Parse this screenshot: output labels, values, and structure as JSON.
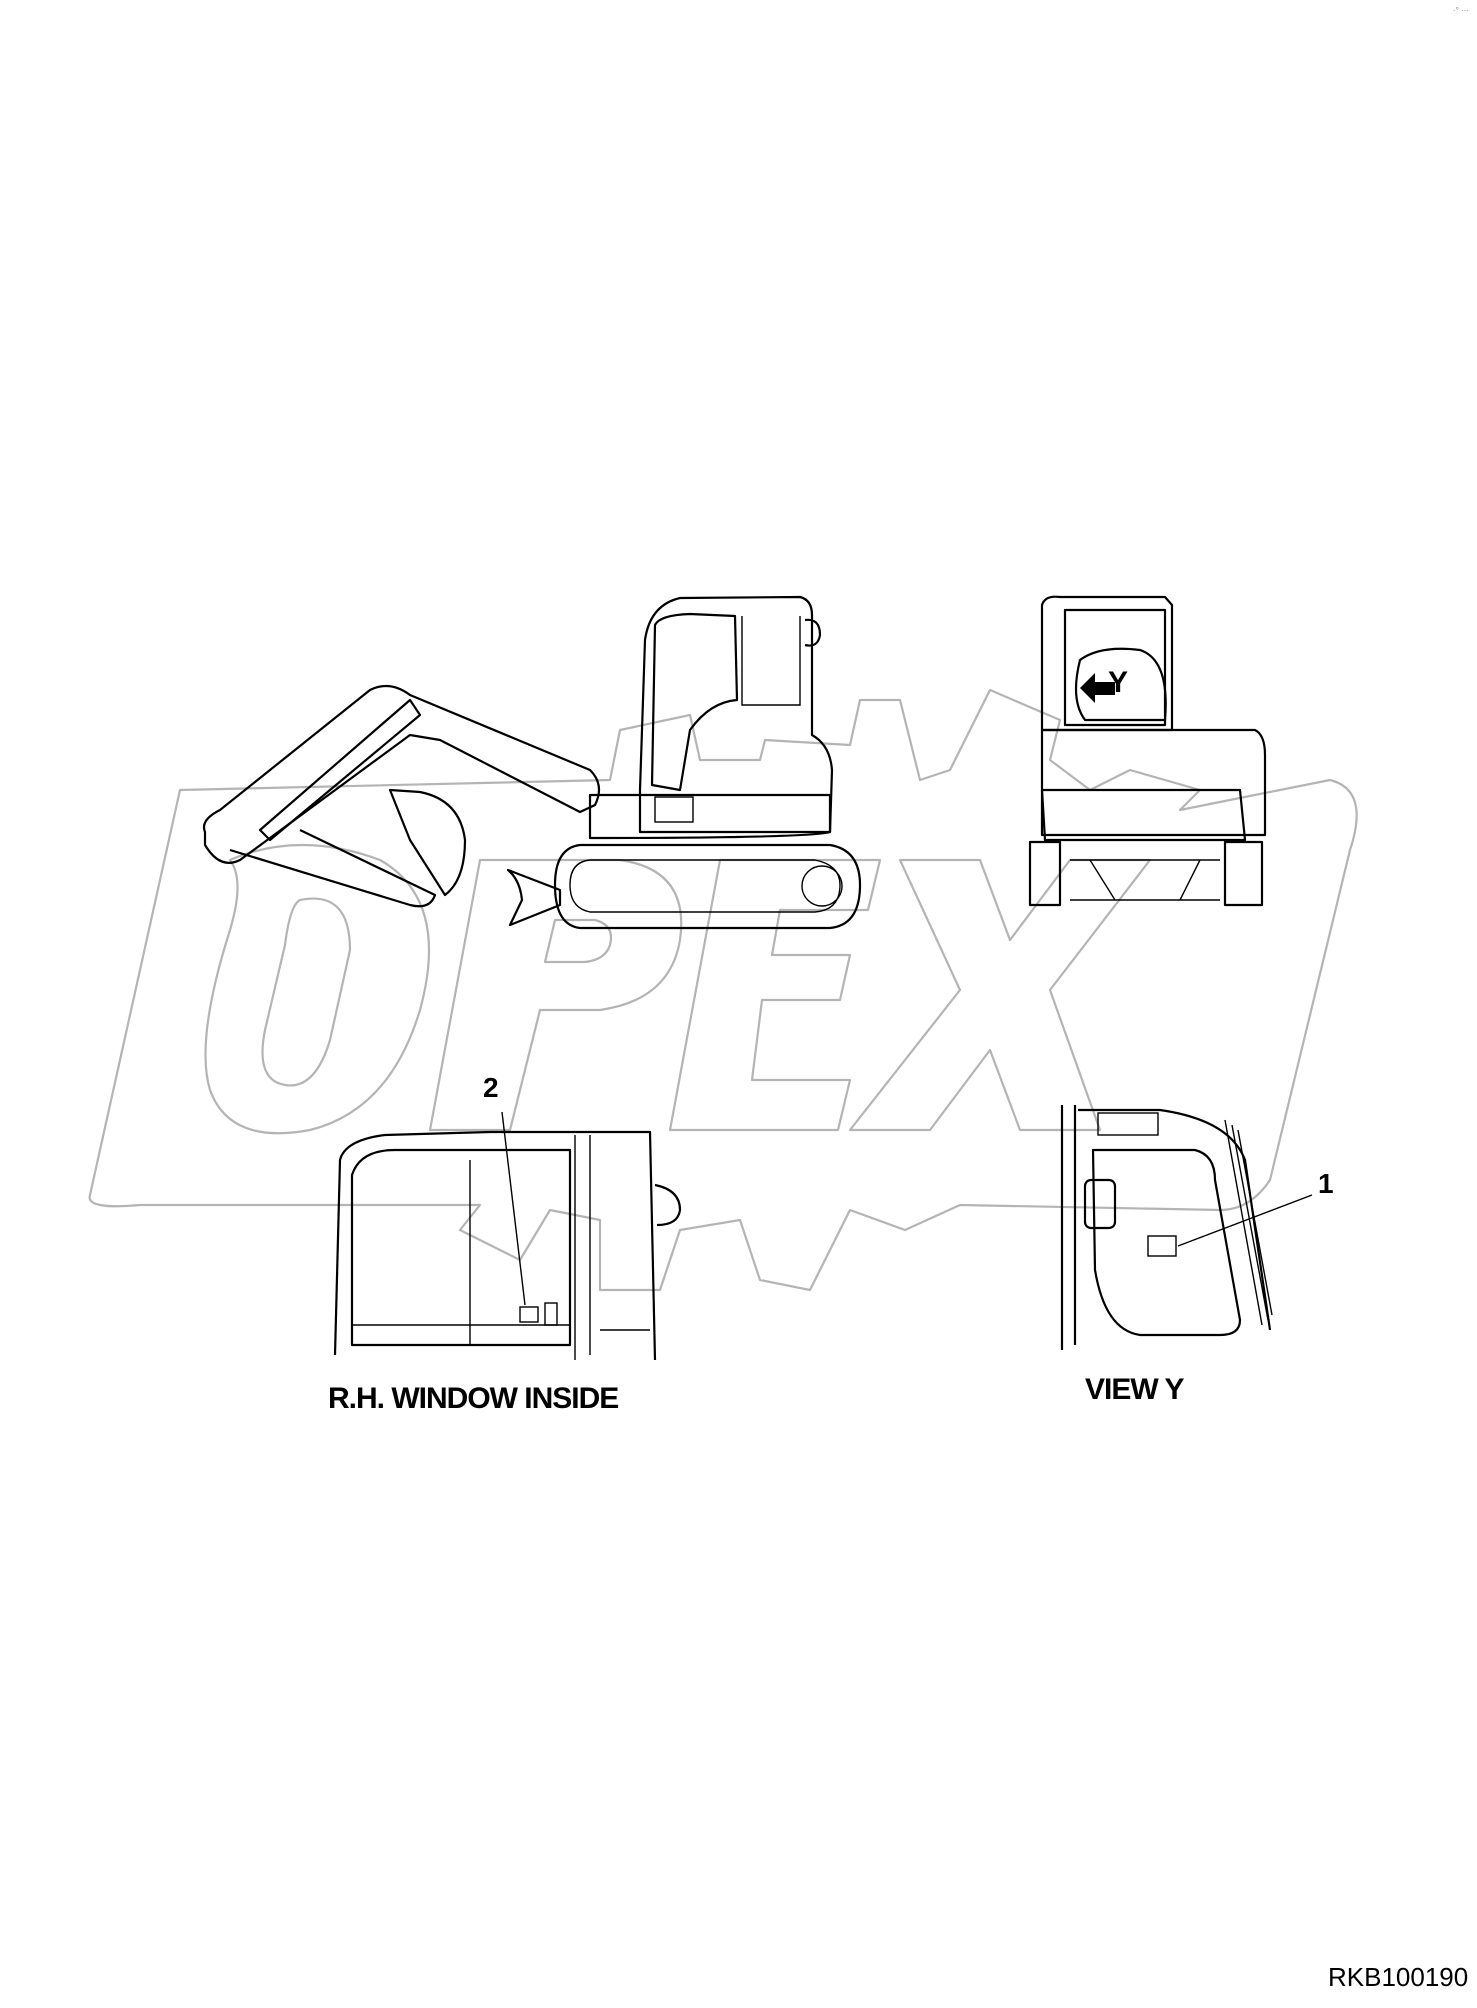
{
  "watermark": {
    "text": "OPEX",
    "color": "#b4b4b4"
  },
  "corner_mark": "·° ···",
  "views": {
    "side_view": {
      "arrow_label": "Y"
    },
    "rh_window_inside": {
      "title": "R.H. WINDOW INSIDE",
      "callout": "2"
    },
    "view_y": {
      "title": "VIEW Y",
      "callout": "1"
    }
  },
  "drawing_number": "RKB100190"
}
